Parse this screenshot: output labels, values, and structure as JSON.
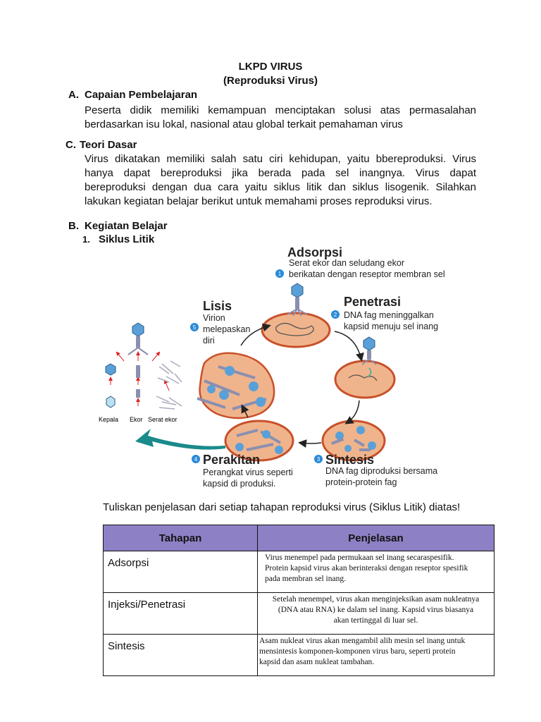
{
  "doc": {
    "title": "LKPD VIRUS",
    "subtitle": "(Reproduksi Virus)"
  },
  "sections": {
    "a": {
      "label": "A.",
      "heading": "Capaian Pembelajaran",
      "lines": [
        "Peserta didik memiliki kemampuan menciptakan solusi atas permasalahan",
        "berdasarkan isu lokal, nasional atau global terkait pemahaman virus"
      ]
    },
    "c": {
      "label": "C.",
      "heading": "Teori Dasar",
      "lines": [
        "Virus dikatakan memiliki salah satu ciri kehidupan, yaitu bbereproduksi. Virus",
        "hanya dapat bereproduksi jika berada pada sel inangnya. Virus dapat",
        "bereproduksi dengan dua cara yaitu siklus litik dan siklus lisogenik. Silahkan",
        "lakukan kegiatan belajar berikut untuk memahami proses reproduksi virus."
      ]
    },
    "b": {
      "label": "B.",
      "heading": "Kegiatan Belajar",
      "sub_number": "1.",
      "sub_heading": "Siklus Litik"
    }
  },
  "figure": {
    "stages": [
      {
        "number": "1",
        "name": "Adsorpsi",
        "desc": [
          "Serat ekor dan seludang ekor",
          "berikatan dengan reseptor membran sel"
        ]
      },
      {
        "number": "2",
        "name": "Penetrasi",
        "desc": [
          "DNA fag meninggalkan",
          "kapsid menuju sel inang"
        ]
      },
      {
        "number": "3",
        "name": "Sintesis",
        "desc": [
          "DNA fag diproduksi bersama",
          "protein-protein fag"
        ]
      },
      {
        "number": "4",
        "name": "Perakitan",
        "desc": [
          "Perangkat virus seperti",
          "kapsid di produksi."
        ]
      },
      {
        "number": "5",
        "name": "Lisis",
        "desc": [
          "Virion",
          "melepaskan",
          "diri"
        ]
      }
    ],
    "parts": [
      "Kepala",
      "Ekor",
      "Serat ekor"
    ],
    "colors": {
      "cell": "#f0b48c",
      "cell_border": "#c8502a",
      "virus": "#5aa0d8",
      "tail": "#8a8fb0",
      "badge": "#2a8ad8",
      "arrow": "#1a8a8a"
    }
  },
  "instruction": "Tuliskan penjelasan dari setiap tahapan reproduksi virus (Siklus Litik) diatas!",
  "table": {
    "headers": [
      "Tahapan",
      "Penjelasan"
    ],
    "header_color": "#8e80c4",
    "rows": [
      {
        "stage": "Adsorpsi",
        "text": [
          "Virus menempel pada permukaan sel inang secaraspesifik.",
          "Protein kapsid virus akan berinteraksi dengan reseptor spesifik",
          "pada membran sel inang."
        ]
      },
      {
        "stage": "Injeksi/Penetrasi",
        "text": [
          "Setelah menempel, virus akan menginjeksikan asam nukleatnya",
          "(DNA atau RNA) ke dalam sel inang. Kapsid virus biasanya",
          "akan tertinggal di luar sel."
        ]
      },
      {
        "stage": "Sintesis",
        "text": [
          "Asam nukleat virus akan mengambil alih mesin sel inang untuk",
          "mensintesis komponen-komponen virus baru, seperti protein",
          "kapsid dan asam nukleat tambahan."
        ]
      }
    ]
  }
}
